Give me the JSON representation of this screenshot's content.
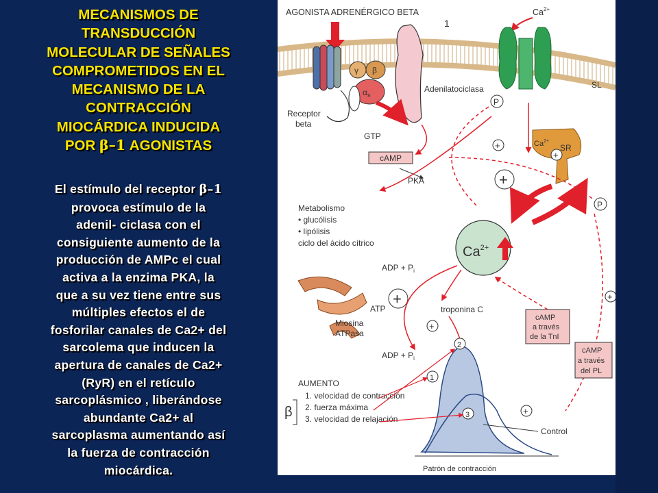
{
  "slide": {
    "title": {
      "line1": "MECANISMOS DE",
      "line2": "TRANSDUCCIÓN",
      "line3": "MOLECULAR DE SEÑALES",
      "line4": "COMPROMETIDOS EN EL",
      "line5": "MECANISMO DE LA",
      "line6": "CONTRACCIÓN",
      "line7": "MIOCÁRDICA INDUCIDA",
      "line8_prefix": "POR ",
      "line8_beta": "β–1",
      "line8_suffix": " AGONISTAS"
    },
    "body": {
      "line1_prefix": "El estímulo del receptor ",
      "line1_beta": "β–1",
      "line2": "provoca estímulo de la",
      "line3": "adenil- ciclasa con el",
      "line4": "consiguiente aumento de la",
      "line5": "producción de AMPc el cual",
      "line6": "activa a la enzima PKA, la",
      "line7": "que a su vez tiene entre sus",
      "line8": "múltiples efectos el de",
      "line9": "fosforilar canales de Ca2+ del",
      "line10": "sarcolema que inducen la",
      "line11": "apertura de canales de Ca2+",
      "line12": "(RyR) en el retículo",
      "line13": "sarcoplásmico , liberándose",
      "line14": "abundante Ca2+ al",
      "line15": "sarcoplasma aumentando así",
      "line16": "la fuerza de contracción",
      "line17": "miocárdica."
    }
  },
  "diagram": {
    "agonist_label": "AGONISTA ADRENÉRGICO BETA",
    "annotation_number": "1",
    "ca_top_label": "Ca",
    "ca_sup": "2+",
    "gamma": "γ",
    "beta_subunit": "β",
    "alpha_s": "α",
    "alpha_sub": "s",
    "adenylate_cyclase": "Adenilatociclasa",
    "sl_label": "SL",
    "receptor_line1": "Receptor",
    "receptor_line2": "beta",
    "gtp": "GTP",
    "p_symbol": "P",
    "plus_symbol": "+",
    "camp_box": "cAMP",
    "pka_label": "PKA",
    "sr_label": "SR",
    "ca2_label": "Ca",
    "metabolism": {
      "title": "Metabolismo",
      "items": [
        "• glucólisis",
        "• lipólisis",
        "  ciclo del ácido cítrico"
      ]
    },
    "ca_center": "Ca",
    "adp_pi_top": "ADP + P",
    "atp": "ATP",
    "adp_pi_bottom": "ADP + P",
    "subscript_i": "i",
    "troponin": "troponina C",
    "myosin_line1": "Miosina",
    "myosin_line2": "ATPasa",
    "camp_tni": [
      "cAMP",
      "a través",
      "de la TnI"
    ],
    "camp_pl": [
      "cAMP",
      "a través",
      "del PL"
    ],
    "increase_title": "AUMENTO",
    "increase_beta": "β",
    "increase_items": [
      "1. velocidad de contracción",
      "2. fuerza máxima",
      "3. velocidad de relajación"
    ],
    "circle_nums": [
      "1",
      "2",
      "3"
    ],
    "control": "Control",
    "contraction_pattern": "Patrón de contracción",
    "colors": {
      "navy_bg": "#0c2557",
      "title_yellow": "#f6e400",
      "arrow_red": "#e0202a",
      "membrane_tan": "#e6c79a",
      "green_channel": "#2e9e52",
      "sr_orange": "#e09a3c",
      "ca_circle": "#c9e3cf",
      "curve_blue": "#b8c8e2",
      "pink_box": "#f5c6c6"
    }
  }
}
